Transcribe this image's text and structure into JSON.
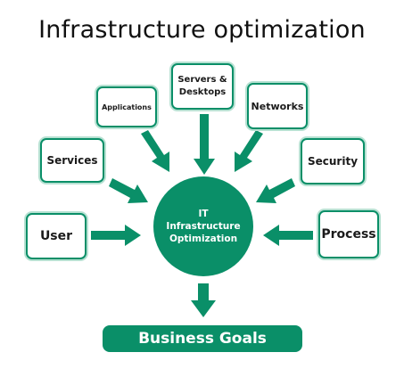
{
  "title": "Infrastructure optimization",
  "center": {
    "line1": "IT",
    "line2": "Infrastructure",
    "line3": "Optimization"
  },
  "nodes": {
    "user": "User",
    "services": "Services",
    "applications": "Applications",
    "servers_line1": "Servers &",
    "servers_line2": "Desktops",
    "networks": "Networks",
    "security": "Security",
    "process": "Process"
  },
  "goal": "Business Goals",
  "colors": {
    "accent": "#0a8f68",
    "box_glow": "#b7e1d2"
  }
}
